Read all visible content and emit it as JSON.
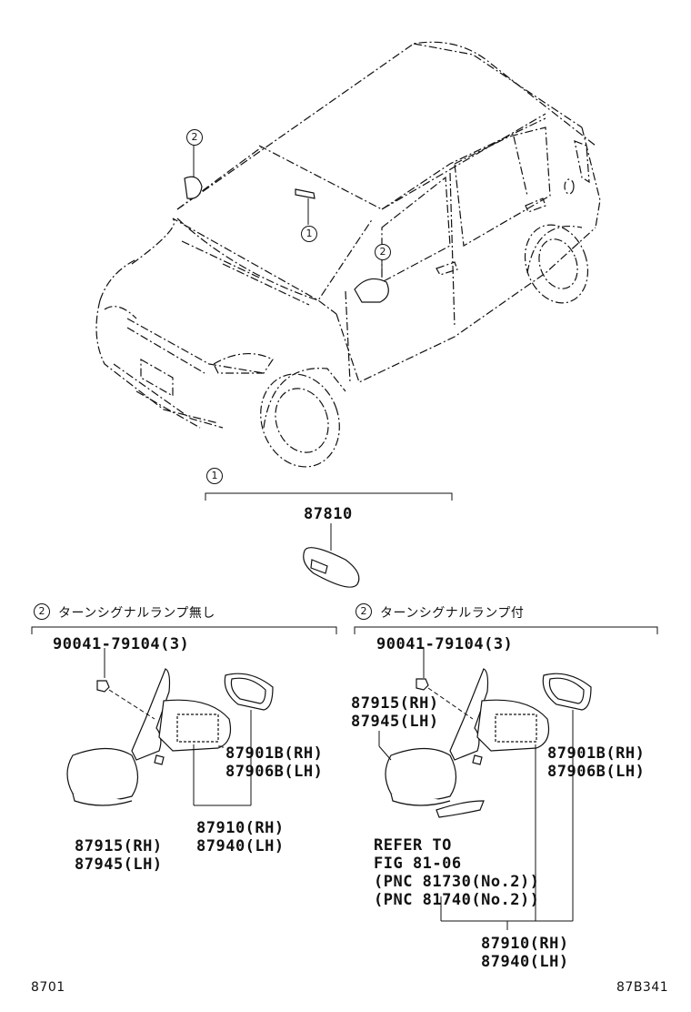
{
  "rearview_mirror": {
    "callout": "1",
    "part_number": "87810"
  },
  "section_without_lamp": {
    "callout": "2",
    "title": "ターンシグナルランプ無し",
    "bolt": "90041-79104(3)",
    "cover_rh": "87915(RH)",
    "cover_lh": "87945(LH)",
    "glass_rh": "87901B(RH)",
    "glass_lh": "87906B(LH)",
    "assy_rh": "87910(RH)",
    "assy_lh": "87940(LH)"
  },
  "section_with_lamp": {
    "callout": "2",
    "title": "ターンシグナルランプ付",
    "bolt": "90041-79104(3)",
    "cover_rh": "87915(RH)",
    "cover_lh": "87945(LH)",
    "glass_rh": "87901B(RH)",
    "glass_lh": "87906B(LH)",
    "refer_1": "REFER TO",
    "refer_2": "FIG 81-06",
    "refer_3": "(PNC 81730(No.2))",
    "refer_4": "(PNC 81740(No.2))",
    "assy_rh": "87910(RH)",
    "assy_lh": "87940(LH)"
  },
  "car_callouts": {
    "left_mirror": "2",
    "inner_mirror": "1",
    "right_mirror": "2"
  },
  "footer": {
    "left_code": "8701",
    "right_code": "87B341"
  }
}
